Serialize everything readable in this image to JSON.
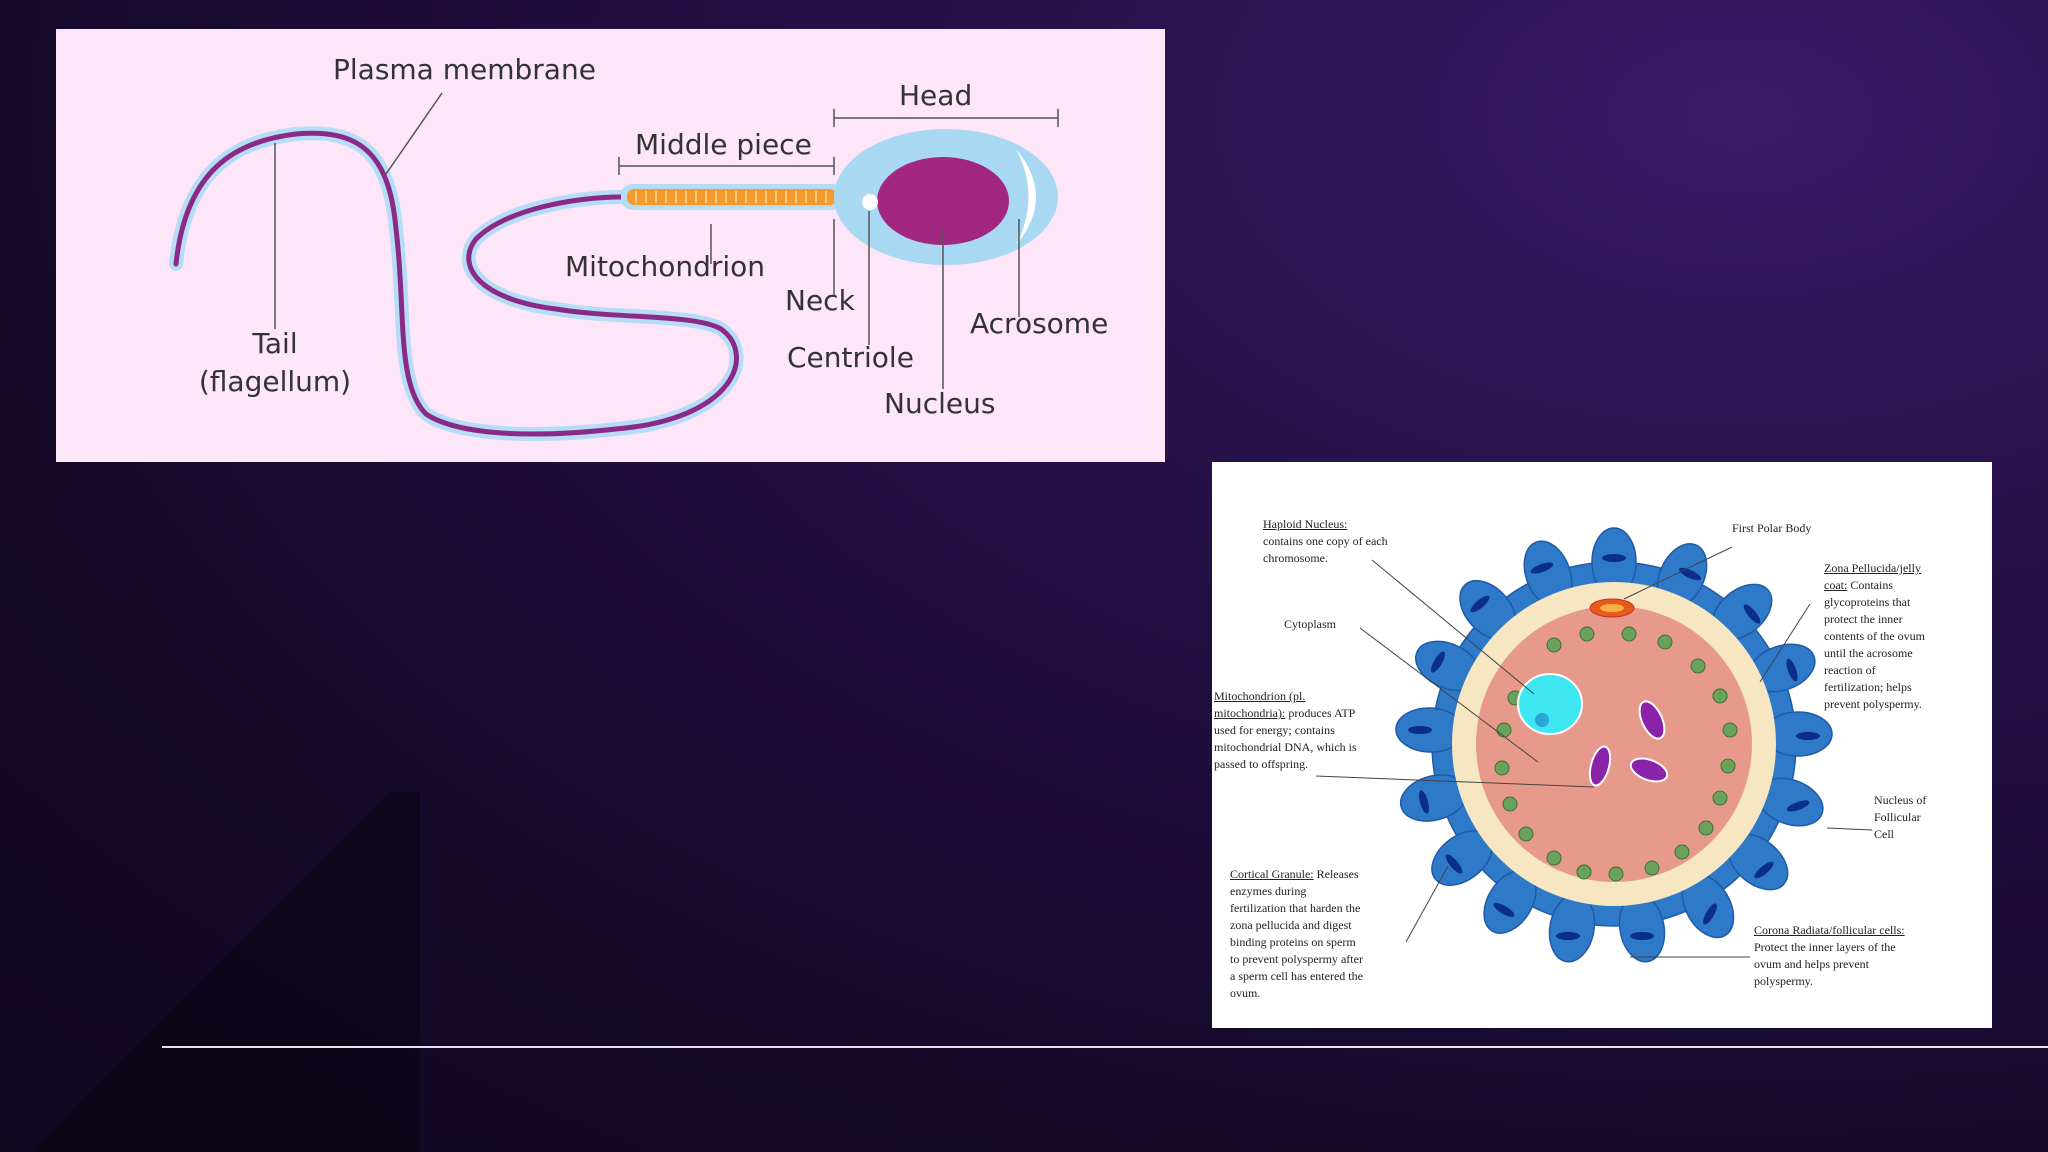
{
  "sperm": {
    "plasma_membrane": "Plasma membrane",
    "head": "Head",
    "middle_piece": "Middle piece",
    "mitochondrion": "Mitochondrion",
    "neck": "Neck",
    "acrosome": "Acrosome",
    "centriole": "Centriole",
    "nucleus": "Nucleus",
    "tail_line1": "Tail",
    "tail_line2": "(flagellum)"
  },
  "ovum": {
    "haploid_title": "Haploid Nucleus:",
    "haploid_l1": "contains one copy of each",
    "haploid_l2": "chromosome.",
    "first_polar_body": "First Polar Body",
    "zona_title1": "Zona Pellucida/jelly",
    "zona_title2": "coat:",
    "zona_l1": "Contains",
    "zona_l2": "glycoproteins that",
    "zona_l3": "protect the inner",
    "zona_l4": "contents of the ovum",
    "zona_l5": "until the acrosome",
    "zona_l6": "reaction of",
    "zona_l7": "fertilization; helps",
    "zona_l8": "prevent polyspermy.",
    "cytoplasm": "Cytoplasm",
    "mito_title1": "Mitochondrion (pl.",
    "mito_title2": "mitochondria):",
    "mito_l1": "produces ATP",
    "mito_l2": "used for energy; contains",
    "mito_l3": "mitochondrial DNA, which is",
    "mito_l4": "passed to offspring.",
    "follicular_l1": "Nucleus of",
    "follicular_l2": "Follicular",
    "follicular_l3": "Cell",
    "cortical_title": "Cortical Granule:",
    "cortical_l1": "Releases",
    "cortical_l2": "enzymes during",
    "cortical_l3": "fertilization that harden the",
    "cortical_l4": "zona pellucida and digest",
    "cortical_l5": "binding proteins on sperm",
    "cortical_l6": "to prevent polyspermy after",
    "cortical_l7": "a sperm cell has entered the",
    "cortical_l8": "ovum.",
    "corona_title": "Corona Radiata/follicular cells:",
    "corona_l1": "Protect the inner layers of the",
    "corona_l2": "ovum and helps prevent",
    "corona_l3": "polyspermy."
  }
}
